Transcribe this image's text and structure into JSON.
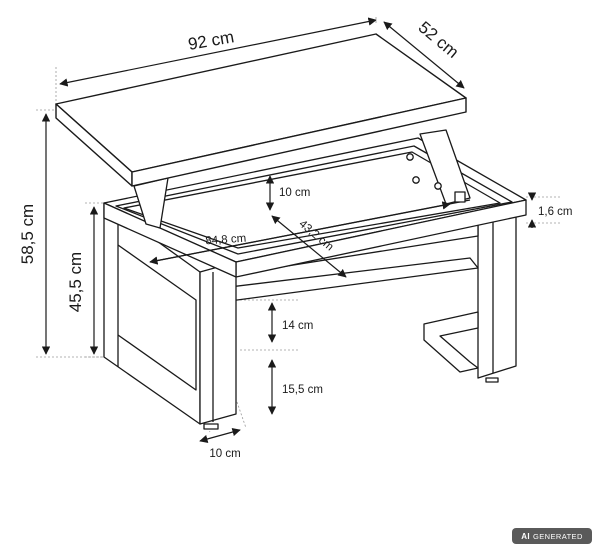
{
  "dimensions": {
    "top_length": "92 cm",
    "top_width": "52 cm",
    "max_height": "58,5 cm",
    "table_height": "45,5 cm",
    "top_thickness": "1,6 cm",
    "lift_gap": "10 cm",
    "inner_length": "84,8 cm",
    "inner_depth": "43,2 cm",
    "shelf_gap": "14 cm",
    "floor_clearance": "15,5 cm",
    "leg_width": "10 cm"
  },
  "badge": {
    "prefix": "AI",
    "text": "GENERATED"
  },
  "colors": {
    "line": "#1a1a1a",
    "fill": "#ffffff",
    "guide": "#9a9a9a"
  }
}
